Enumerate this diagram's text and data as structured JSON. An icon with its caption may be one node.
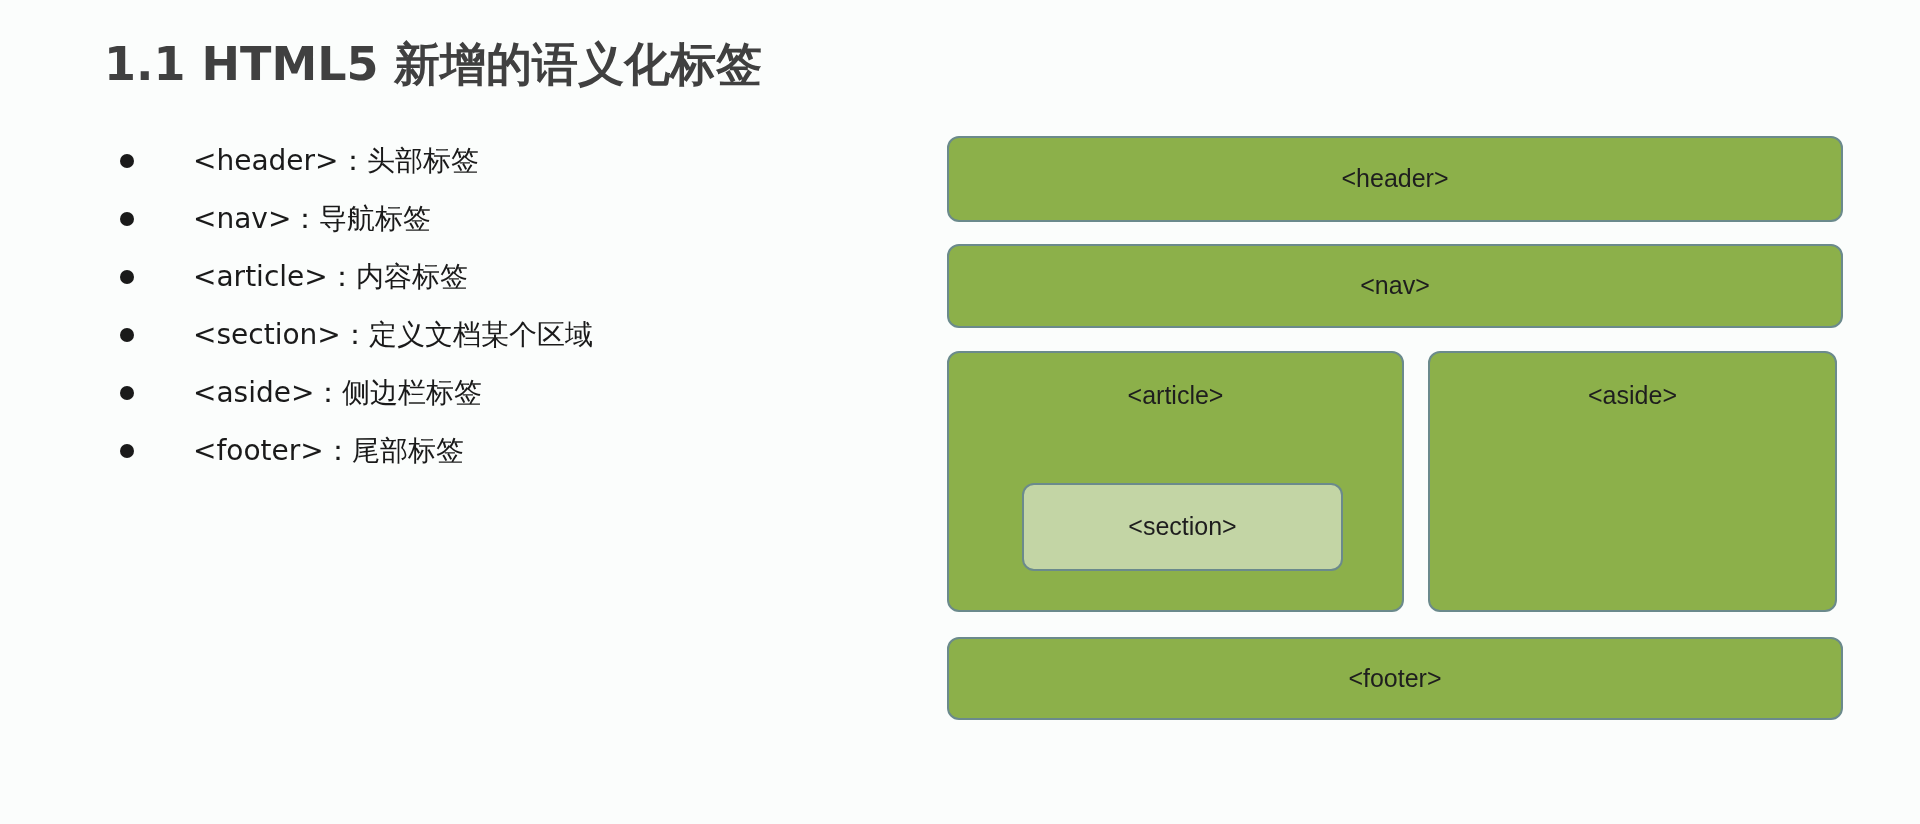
{
  "diagram": {
    "title": "1.1 HTML5 新增的语义化标签",
    "nodes": [
      {
        "text": [
          "<header>"
        ]
      },
      {
        "text": [
          "<nav>"
        ]
      },
      {
        "text": [
          "<article>"
        ]
      },
      {
        "text": [
          "<section>"
        ],
        "in": 2
      },
      {
        "text": [
          "<aside>"
        ]
      },
      {
        "text": [
          "<footer>"
        ]
      }
    ],
    "labels": [
      "<header>：头部标签",
      "<nav>：导航标签",
      "<article>：内容标签",
      "<section>：定义文档某个区域",
      "<aside>：侧边栏标签",
      "<footer>：尾部标签"
    ]
  }
}
